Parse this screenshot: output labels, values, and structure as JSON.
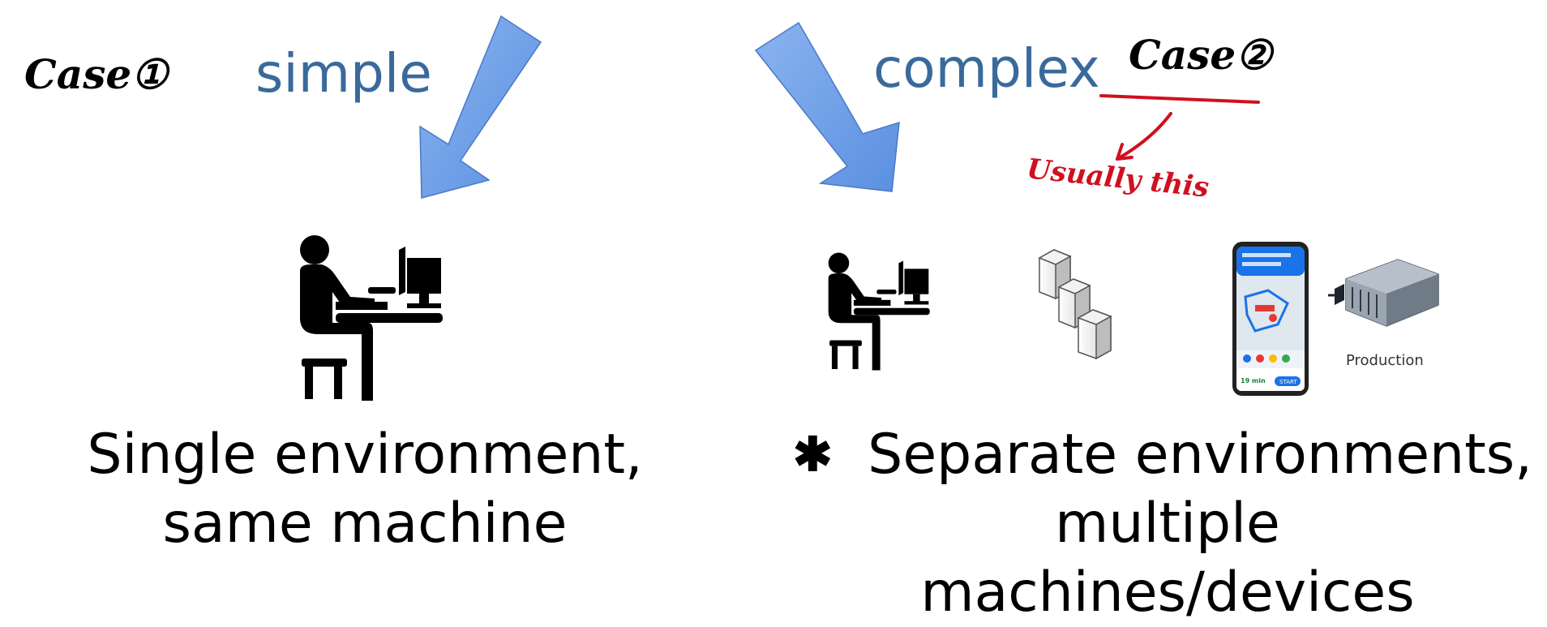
{
  "left": {
    "case_label": "Case①",
    "title": "simple",
    "caption_line1": "Single environment,",
    "caption_line2": "same machine"
  },
  "right": {
    "title": "complex",
    "case_label": "Case②",
    "note": "Usually this",
    "star": "✱",
    "caption_line1": "Separate environments,",
    "caption_line2": "multiple machines/devices",
    "production_label": "Production",
    "phone_eta": "19 min",
    "phone_start": "START"
  },
  "colors": {
    "title_blue": "#3a6a9c",
    "arrow_blue": "#6f9fe6",
    "ink_red": "#d0101e"
  }
}
